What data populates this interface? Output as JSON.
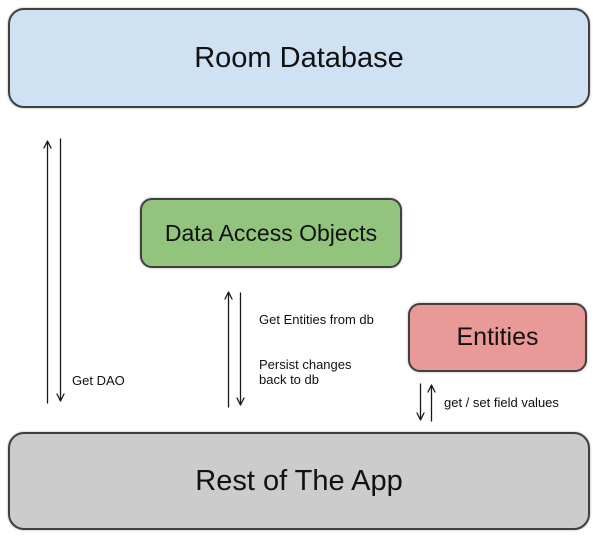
{
  "diagram": {
    "boxes": {
      "room_database": {
        "label": "Room Database"
      },
      "data_access_objects": {
        "label": "Data Access Objects"
      },
      "entities": {
        "label": "Entities"
      },
      "rest_of_app": {
        "label": "Rest of The App"
      }
    },
    "arrow_labels": {
      "get_dao": "Get DAO",
      "get_entities": "Get Entities from db",
      "persist_changes": [
        "Persist changes",
        "back to db"
      ],
      "get_set_fields": "get / set field values"
    },
    "colors": {
      "room_database_fill": "#cfe2f3",
      "dao_fill": "#93c47d",
      "entities_fill": "#ea9999",
      "rest_of_app_fill": "#cccccc",
      "box_border": "#404040",
      "arrow_stroke": "#1a1a1a",
      "label_text": "#101010"
    }
  }
}
